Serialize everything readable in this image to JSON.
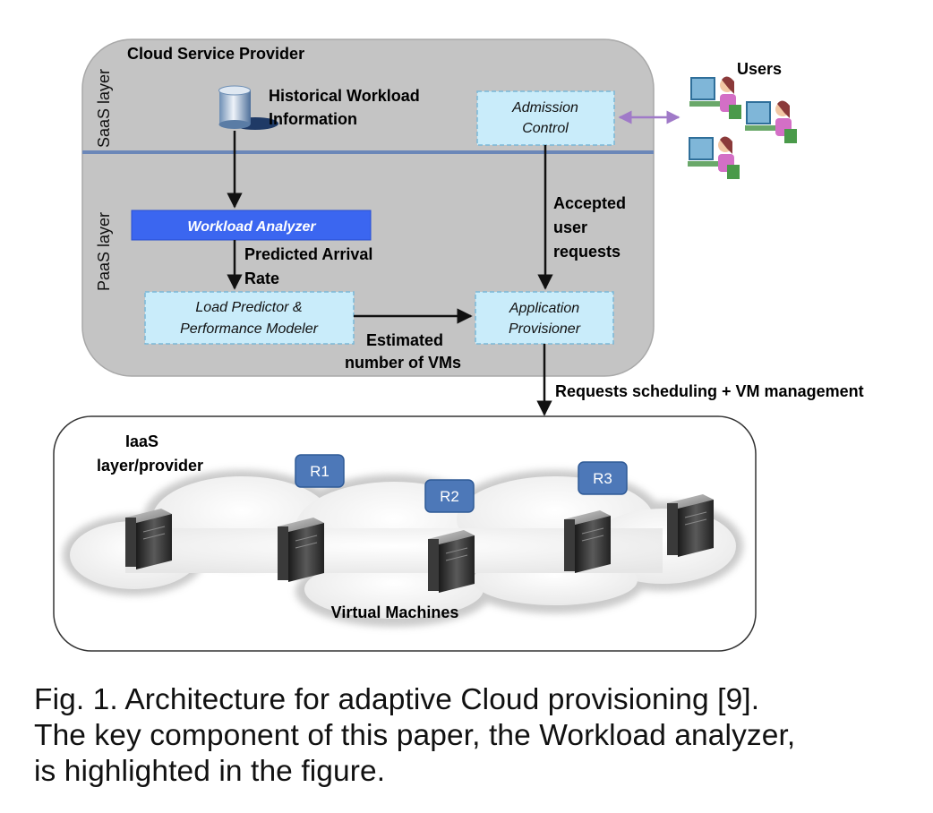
{
  "provider": {
    "title": "Cloud Service Provider",
    "saas_layer": "SaaS layer",
    "paas_layer": "PaaS layer"
  },
  "components": {
    "historical_line1": "Historical Workload",
    "historical_line2": "Information",
    "admission_line1": "Admission",
    "admission_line2": "Control",
    "workload_analyzer": "Workload Analyzer",
    "load_predictor_line1": "Load Predictor &",
    "load_predictor_line2": "Performance Modeler",
    "app_provisioner_line1": "Application",
    "app_provisioner_line2": "Provisioner"
  },
  "edges": {
    "predicted_line1": "Predicted Arrival",
    "predicted_line2": "Rate",
    "accepted_line1": "Accepted",
    "accepted_line2": "user",
    "accepted_line3": "requests",
    "estimated_line1": "Estimated",
    "estimated_line2": "number of VMs",
    "scheduling": "Requests scheduling + VM management"
  },
  "users": {
    "label": "Users"
  },
  "iaas": {
    "title_line1": "IaaS",
    "title_line2": "layer/provider",
    "resources": [
      "R1",
      "R2",
      "R3"
    ],
    "vm_label": "Virtual Machines"
  },
  "caption": {
    "line1": "Fig. 1.  Architecture for adaptive Cloud provisioning [9].",
    "line2": "The key component of this paper, the Workload analyzer,",
    "line3": "is highlighted in the figure."
  },
  "colors": {
    "provider_fill": "#c4c4c4",
    "light_box": "#c9ecfa",
    "analyzer_box": "#3b66f0",
    "resource_box": "#4d78b8",
    "layer_line": "#6b87b8"
  }
}
